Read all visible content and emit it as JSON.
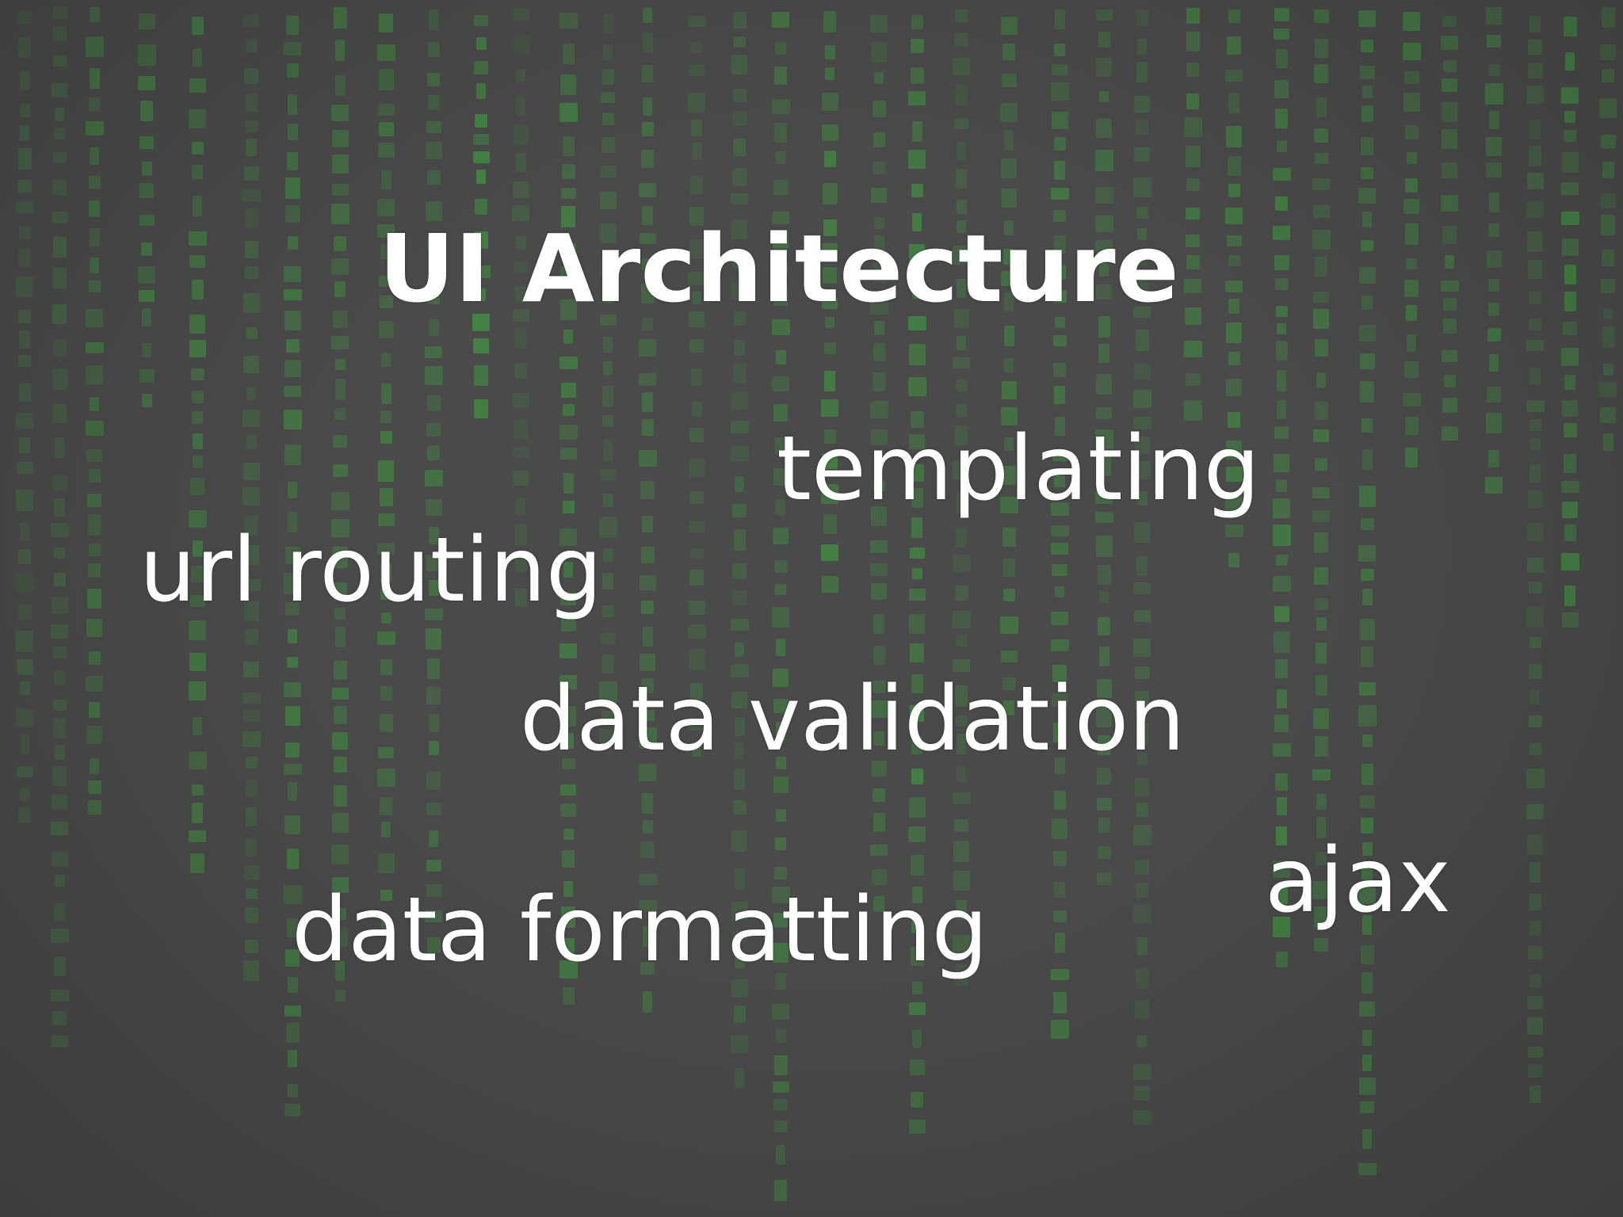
{
  "slide": {
    "title": "UI Architecture",
    "keywords": [
      "templating",
      "url routing",
      "data validation",
      "ajax",
      "data formatting"
    ]
  },
  "colors": {
    "background": "#4a4a4a",
    "text": "#ffffff",
    "rain_green": "#3fae3f"
  }
}
